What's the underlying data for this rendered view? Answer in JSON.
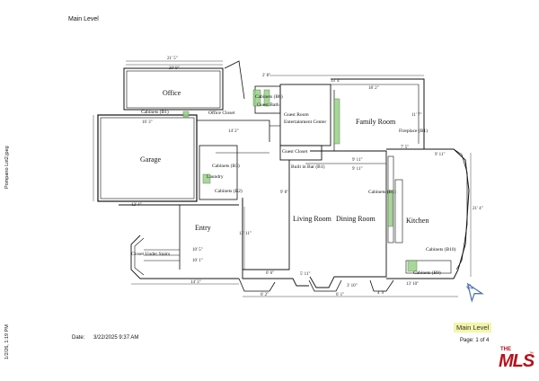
{
  "header": {
    "title": "Main Level"
  },
  "side_text": {
    "filename": "Pompano Lot2.jpeg",
    "timestamp": "1/2/26, 1:19 PM"
  },
  "footer": {
    "date_label": "Date:",
    "date_value": "3/22/2025 9:37 AM",
    "page_label": "Page: 1 of 4",
    "level_badge": "Main Level",
    "logo_top": "THE",
    "logo_main": "MLS",
    "logo_tm": "™"
  },
  "rooms": {
    "office": "Office",
    "office_closet": "Office Closet",
    "garage": "Garage",
    "laundry": "Laundry",
    "entry": "Entry",
    "closet_under_stairs": "Closet Under Stairs",
    "guest_room": "Guest Room",
    "guest_bath": "Guest Bath",
    "guest_closet": "Guest Closet",
    "entertainment_center": "Entertainment Center",
    "family_room": "Family Room",
    "living_room": "Living Room",
    "dining_room": "Dining Room",
    "kitchen": "Kitchen",
    "fireplace": "Fireplace (B1)",
    "built_in_bar": "Built in Bar (B1)"
  },
  "cabinets": {
    "office_cab": "Cabinets (B1)",
    "laundry_b3": "Cabinets (B3)",
    "laundry_b2": "Cabinets (B2)",
    "guest_b6": "Cabinets (B6)",
    "kitchen_b1": "Cabinets (B1)",
    "kitchen_b10": "Cabinets (B10)",
    "kitchen_b9": "Cabinets (B9)"
  },
  "dimensions": {
    "office_w1": "21' 5\"",
    "office_w2": "20' 9\"",
    "garage_w": "16' 3\"",
    "hall_w": "14' 2\"",
    "entry_w": "12' 4\"",
    "entry_bottom": "14' 3\"",
    "top_mid": "2' 8\"",
    "family_w": "33' 4\"",
    "family_w2": "18' 2\"",
    "living_w1": "9' 11\"",
    "living_w2": "9' 11\"",
    "bar_h": "9' 8\"",
    "stair_w": "10' 5\"",
    "stair_w2": "10' 1\"",
    "entry_h": "13' 11\"",
    "bottom_a": "0' 6\"",
    "bottom_b": "6' 2\"",
    "bottom_c": "5' 11\"",
    "bottom_d": "3' 10\"",
    "bottom_e": "6' 1\"",
    "bottom_f": "13' 10\"",
    "bottom_g": "4' 9\"",
    "kitchen_h": "21' 4\"",
    "family_h": "11' 7\"",
    "kitchen_top": "7' 5\"",
    "kitchen_top2": "9' 11\""
  },
  "compass": {
    "label": "N"
  }
}
